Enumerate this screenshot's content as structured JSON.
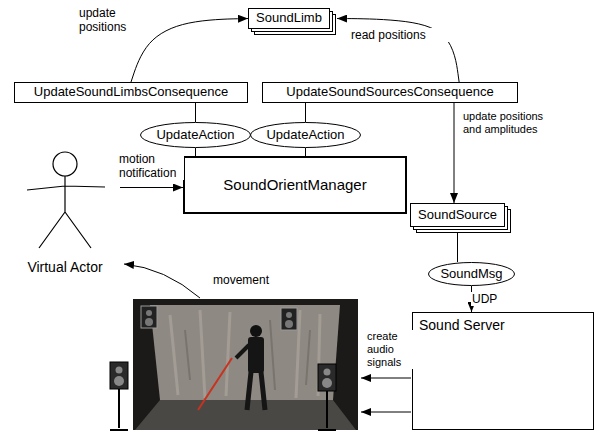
{
  "diagram": {
    "nodes": [
      {
        "text": [
          "SoundLimb"
        ]
      },
      {
        "text": [
          "UpdateSoundLimbsConsequence"
        ]
      },
      {
        "text": [
          "UpdateSoundSourcesConsequence"
        ]
      },
      {
        "text": [
          "UpdateAction"
        ]
      },
      {
        "text": [
          "UpdateAction"
        ]
      },
      {
        "text": [
          "SoundOrientManager"
        ]
      },
      {
        "text": [
          "SoundSource"
        ]
      },
      {
        "text": [
          "SoundMsg"
        ]
      },
      {
        "text": [
          "Virtual Actor"
        ]
      },
      {
        "text": [
          "Sound Server"
        ]
      }
    ],
    "edges": [
      {
        "from": 1,
        "to": 0,
        "arrow": "to",
        "label": "update positions"
      },
      {
        "from": 2,
        "to": 0,
        "arrow": "to",
        "label": "read positions"
      },
      {
        "from": 3,
        "to": 1,
        "arrow": "none"
      },
      {
        "from": 3,
        "to": 5,
        "arrow": "none"
      },
      {
        "from": 4,
        "to": 2,
        "arrow": "none"
      },
      {
        "from": 4,
        "to": 5,
        "arrow": "none"
      },
      {
        "from": 8,
        "to": 5,
        "arrow": "to",
        "label": "motion notification"
      },
      {
        "from": 2,
        "to": 6,
        "arrow": "to",
        "label": "update positions and amplitudes"
      },
      {
        "from": 6,
        "to": 7,
        "arrow": "none"
      },
      {
        "from": 7,
        "to": 9,
        "arrow": "to",
        "label": "UDP"
      }
    ],
    "labels": [
      "movement",
      "create audio signals"
    ]
  }
}
